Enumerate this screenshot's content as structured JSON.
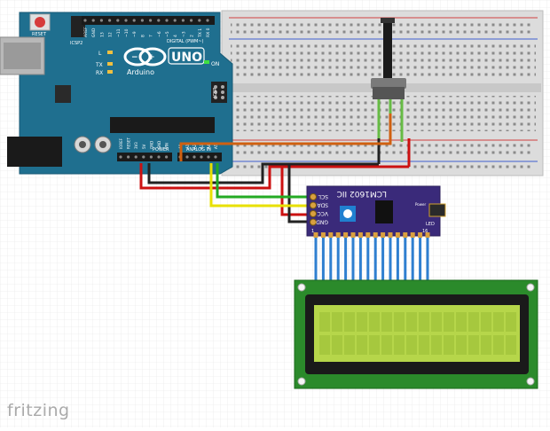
{
  "app": {
    "logo": "fritzing"
  },
  "arduino": {
    "reset_label": "RESET",
    "icsp2_label": "ICSP2",
    "brand": "Arduino",
    "model": "UNO",
    "on_label": "ON",
    "l_label": "L",
    "tx_label": "TX",
    "rx_label": "RX",
    "digital_label": "DIGITAL (PWM~)",
    "icsp_label": "ICSP",
    "power_label": "POWER",
    "analog_label": "ANALOG IN",
    "top_pins": [
      "AREF",
      "GND",
      "13",
      "12",
      "~11",
      "~10",
      "~9",
      "8",
      "7",
      "~6",
      "~5",
      "4",
      "~3",
      "2",
      "TX 1",
      "RX 0"
    ],
    "bottom_pins": [
      "IOREF",
      "RESET",
      "3V3",
      "5V",
      "GND",
      "GND",
      "VIN",
      "A0",
      "A1",
      "A2",
      "A3",
      "A4",
      "A5"
    ]
  },
  "lcd_module": {
    "title": "LCM1602 IIC",
    "pins": [
      "SCL",
      "SDA",
      "VCC",
      "GND"
    ],
    "power_label": "Power",
    "led_label": "LED",
    "num16": "16",
    "num1": "1"
  },
  "colors": {
    "board": "#1f6f8f",
    "wire_red": "#cc1111",
    "wire_black": "#222222",
    "wire_yellow": "#e8e000",
    "wire_green": "#22aa22",
    "wire_orange": "#d06010",
    "lcd_green": "#2b8a2b",
    "lcd_screen": "#b6d64a",
    "i2c_purple": "#3a2a7a"
  }
}
